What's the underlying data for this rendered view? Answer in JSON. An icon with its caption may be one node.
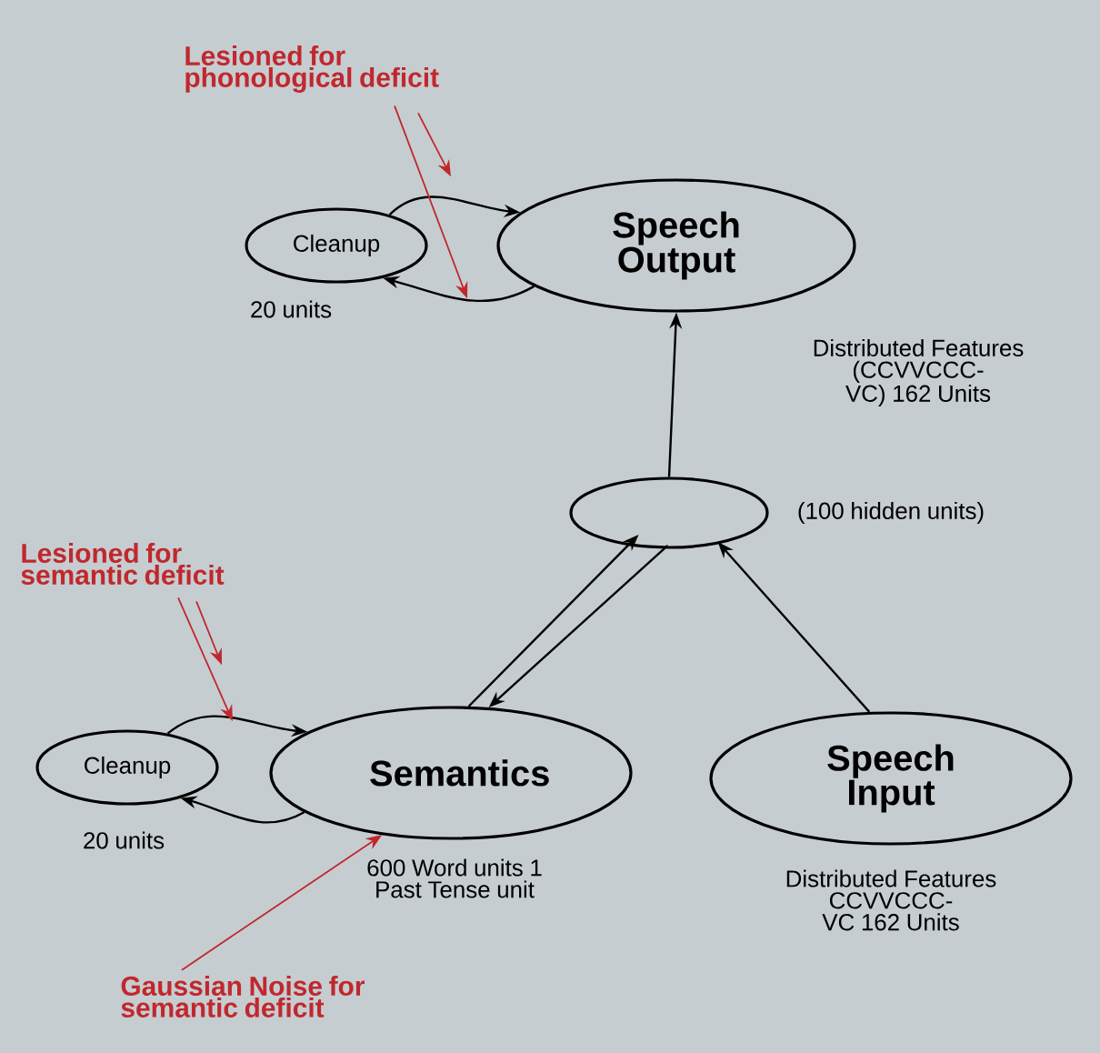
{
  "diagram": {
    "nodes": [
      {
        "text": [
          "Cleanup"
        ],
        "beside": [
          "20 units"
        ]
      },
      {
        "text": [
          "Speech Output"
        ],
        "beside": [
          "Distributed Features (CCVVCCC-VC) 162 Units"
        ]
      },
      {
        "text": [],
        "shape": "ellipse",
        "beside": [
          "(100 hidden units)"
        ]
      },
      {
        "text": [
          "Cleanup"
        ],
        "beside": [
          "20 units"
        ]
      },
      {
        "text": [
          "Semantics"
        ],
        "beside": [
          "600 Word units 1 Past Tense unit"
        ]
      },
      {
        "text": [
          "Speech Input"
        ],
        "beside": [
          "Distributed Features CCVVCCC-VC 162 Units"
        ]
      },
      {
        "text": [
          "Lesioned for phonological deficit"
        ]
      },
      {
        "text": [
          "Lesioned for semantic deficit"
        ]
      },
      {
        "text": [
          "Gaussian Noise for semantic deficit"
        ]
      }
    ],
    "edges": [
      {
        "from": 0,
        "to": 1,
        "arrow": "to"
      },
      {
        "from": 1,
        "to": 0,
        "arrow": "to"
      },
      {
        "from": 2,
        "to": 1,
        "arrow": "to"
      },
      {
        "from": 4,
        "to": 2,
        "arrow": "to"
      },
      {
        "from": 2,
        "to": 4,
        "arrow": "to"
      },
      {
        "from": 5,
        "to": 2,
        "arrow": "to"
      },
      {
        "from": 3,
        "to": 4,
        "arrow": "to"
      },
      {
        "from": 4,
        "to": 3,
        "arrow": "to"
      },
      {
        "from": 6,
        "to": null,
        "arrow": "to",
        "color": "#c0282d"
      },
      {
        "from": 6,
        "to": null,
        "arrow": "to",
        "color": "#c0282d"
      },
      {
        "from": 7,
        "to": null,
        "arrow": "to",
        "color": "#c0282d"
      },
      {
        "from": 7,
        "to": null,
        "arrow": "to",
        "color": "#c0282d"
      },
      {
        "from": 8,
        "to": 4,
        "arrow": "to",
        "color": "#c0282d"
      }
    ]
  }
}
